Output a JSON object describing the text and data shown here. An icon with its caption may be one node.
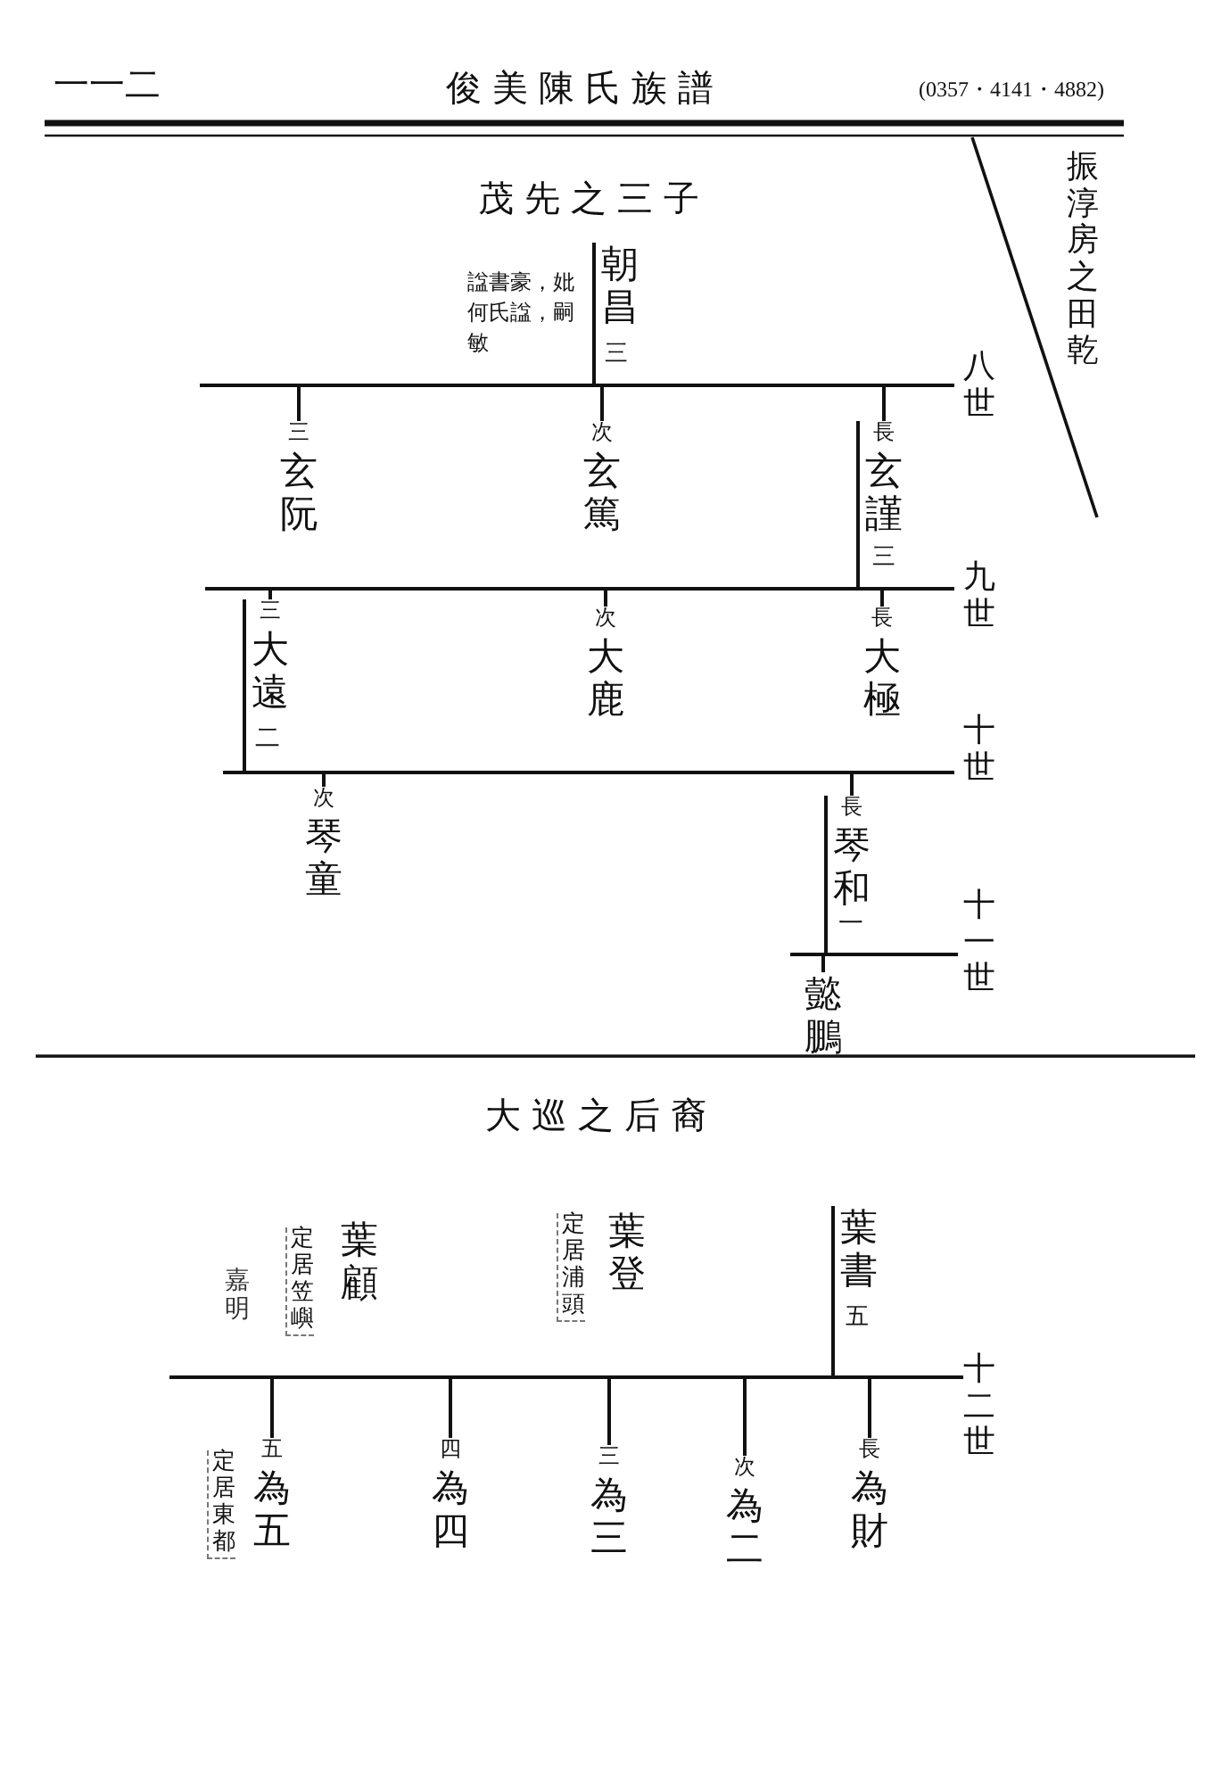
{
  "diagram": {
    "title": "俊美陳氏族譜",
    "nodes": [
      {
        "text": [
          "朝昌"
        ],
        "beside": [
          "諡書豪，妣何氏諡，嗣敏",
          "三"
        ]
      },
      {
        "text": [
          "長",
          "玄謹"
        ],
        "beside": [
          "三"
        ]
      },
      {
        "text": [
          "次",
          "玄篤"
        ]
      },
      {
        "text": [
          "三",
          "玄阮"
        ]
      },
      {
        "text": [
          "長",
          "大極"
        ]
      },
      {
        "text": [
          "次",
          "大鹿"
        ]
      },
      {
        "text": [
          "三",
          "大遠"
        ],
        "beside": [
          "二"
        ]
      },
      {
        "text": [
          "長",
          "琴和"
        ],
        "beside": [
          "一"
        ]
      },
      {
        "text": [
          "次",
          "琴童"
        ]
      },
      {
        "text": [
          "懿鵬"
        ]
      },
      {
        "text": [
          "葉書"
        ],
        "beside": [
          "五"
        ]
      },
      {
        "text": [
          "葉登"
        ],
        "beside": [
          "定居浦頭"
        ]
      },
      {
        "text": [
          "葉顧"
        ],
        "beside": [
          "定居笠嶼"
        ]
      },
      {
        "text": [
          "長",
          "為財"
        ]
      },
      {
        "text": [
          "次",
          "為二"
        ]
      },
      {
        "text": [
          "三",
          "為三"
        ]
      },
      {
        "text": [
          "四",
          "為四"
        ]
      },
      {
        "text": [
          "五",
          "為五"
        ],
        "beside": [
          "定居東都"
        ]
      }
    ],
    "edges": [
      {
        "from": 0,
        "to": 1,
        "arrow": "none"
      },
      {
        "from": 0,
        "to": 2,
        "arrow": "none"
      },
      {
        "from": 0,
        "to": 3,
        "arrow": "none"
      },
      {
        "from": 1,
        "to": 4,
        "arrow": "none"
      },
      {
        "from": 1,
        "to": 5,
        "arrow": "none"
      },
      {
        "from": 1,
        "to": 6,
        "arrow": "none"
      },
      {
        "from": 6,
        "to": 7,
        "arrow": "none"
      },
      {
        "from": 6,
        "to": 8,
        "arrow": "none"
      },
      {
        "from": 7,
        "to": 9,
        "arrow": "none"
      },
      {
        "from": 10,
        "to": 13,
        "arrow": "none"
      },
      {
        "from": 10,
        "to": 14,
        "arrow": "none"
      },
      {
        "from": 10,
        "to": 15,
        "arrow": "none"
      },
      {
        "from": 10,
        "to": 16,
        "arrow": "none"
      },
      {
        "from": 10,
        "to": 17,
        "arrow": "none"
      }
    ],
    "labels": [
      "一一二",
      "(0357・4141・4882)",
      "茂先之三子",
      "振淳房之田乾",
      "八世",
      "九世",
      "十世",
      "十一世",
      "大巡之后裔",
      "嘉明",
      "十二世"
    ]
  }
}
